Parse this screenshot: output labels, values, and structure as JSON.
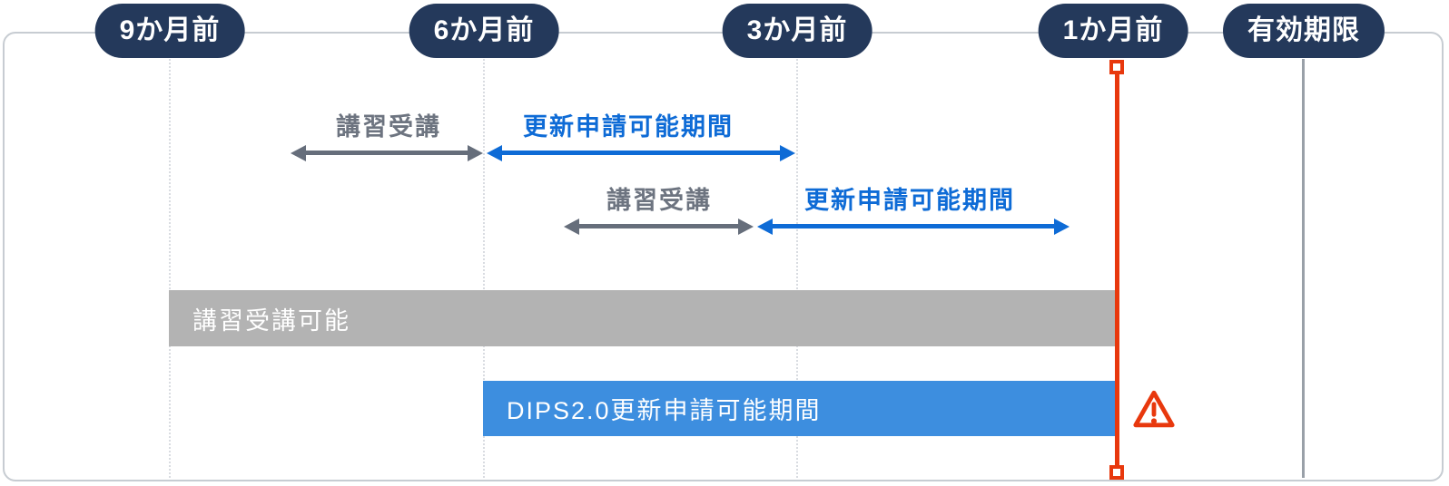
{
  "timeline": {
    "markers": [
      {
        "id": "nine-months-before",
        "label": "9か月前"
      },
      {
        "id": "six-months-before",
        "label": "6か月前"
      },
      {
        "id": "three-months-before",
        "label": "3か月前"
      },
      {
        "id": "one-month-before",
        "label": "1か月前"
      },
      {
        "id": "expiration-date",
        "label": "有効期限"
      }
    ]
  },
  "rows": {
    "row1": {
      "training_label": "講習受講",
      "renewal_label": "更新申請可能期間"
    },
    "row2": {
      "training_label": "講習受講",
      "renewal_label": "更新申請可能期間"
    }
  },
  "bars": {
    "training_available_label": "講習受講可能",
    "dips_renewal_label": "DIPS2.0更新申請可能期間"
  },
  "icons": {
    "warning": "warning-triangle-icon"
  },
  "colors": {
    "pill_navy": "#24395b",
    "arrow_gray": "#666e7b",
    "arrow_blue": "#0e6bd6",
    "bar_gray": "#b3b3b3",
    "bar_blue": "#3d8edf",
    "deadline_red": "#e8380d",
    "guide_dotted": "#d9dce1",
    "expiration_line": "#99a0a8",
    "frame_border": "#c7ccd2"
  }
}
